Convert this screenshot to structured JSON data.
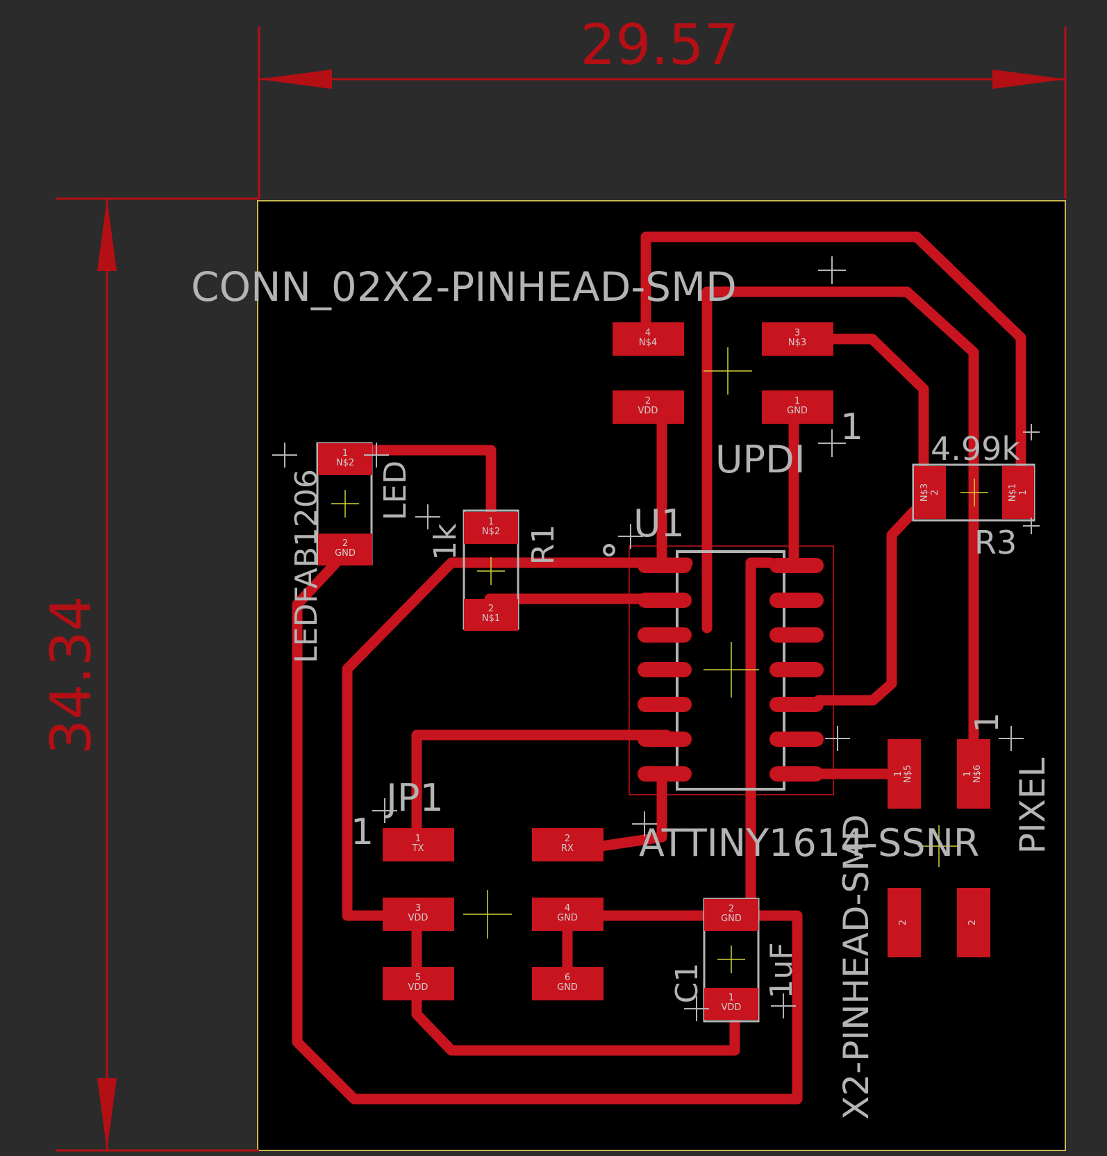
{
  "dimensions": {
    "width_mm": "29.57",
    "height_mm": "34.34"
  },
  "labels": {
    "conn_header": "CONN_02X2-PINHEAD-SMD",
    "updi": "UPDI",
    "updi_pin1": "1",
    "u1": "U1",
    "attiny": "ATTINY1614-SSNR",
    "jp1": "JP1",
    "jp1_pin1": "1",
    "ledfab": "LEDFAB1206",
    "led": "LED",
    "r1": "R1",
    "r1_value": "1k",
    "r3": "R3",
    "r3_value": "4.99k",
    "c1": "C1",
    "c1_value": "1uF",
    "pixel": "PIXEL",
    "pixel_pin1": "1",
    "x2_pinhead": "X2-PINHEAD-SMD"
  },
  "pads": {
    "updi4": {
      "num": "4",
      "net": "N$4"
    },
    "updi3": {
      "num": "3",
      "net": "N$3"
    },
    "updi2": {
      "num": "2",
      "net": "VDD"
    },
    "updi1": {
      "num": "1",
      "net": "GND"
    },
    "led1": {
      "num": "1",
      "net": "N$2"
    },
    "led2": {
      "num": "2",
      "net": "GND"
    },
    "r1_1": {
      "num": "1",
      "net": "N$2"
    },
    "r1_2": {
      "num": "2",
      "net": "N$1"
    },
    "r3_1": {
      "num": "1",
      "net": "N$1"
    },
    "r3_2": {
      "num": "2",
      "net": "N$3"
    },
    "jp1_1": {
      "num": "1",
      "net": "TX"
    },
    "jp1_2": {
      "num": "2",
      "net": "RX"
    },
    "jp1_3": {
      "num": "3",
      "net": "VDD"
    },
    "jp1_4": {
      "num": "4",
      "net": "GND"
    },
    "jp1_5": {
      "num": "5",
      "net": "VDD"
    },
    "jp1_6": {
      "num": "6",
      "net": "GND"
    },
    "c1_2": {
      "num": "2",
      "net": "GND"
    },
    "c1_1": {
      "num": "1",
      "net": "VDD"
    },
    "px1": {
      "num": "1",
      "net": "N$5"
    },
    "px2": {
      "num": "1",
      "net": "N$6"
    },
    "px3": {
      "num": "2"
    },
    "px4": {
      "num": "2"
    }
  },
  "colors": {
    "background": "#2b2b2b",
    "board": "#000000",
    "board_outline": "#c8b850",
    "copper": "#c8141e",
    "dimension": "#b40f14",
    "silkscreen": "#b4b4b4",
    "origin": "#d2d23c"
  }
}
